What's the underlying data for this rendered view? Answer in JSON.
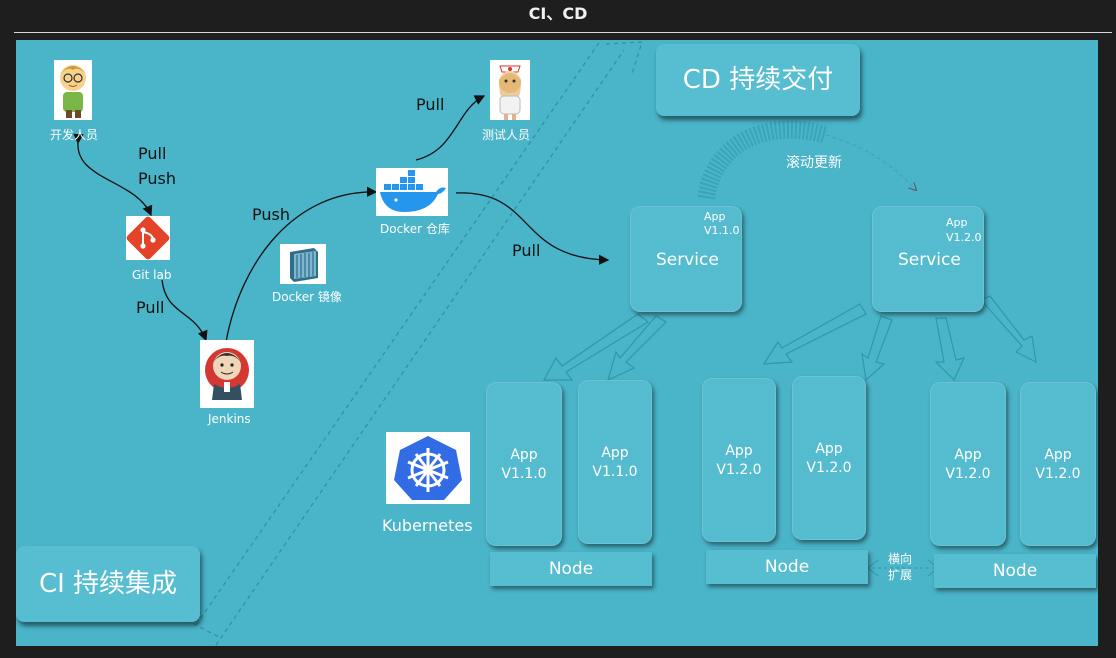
{
  "window": {
    "title": "CI、CD"
  },
  "ci": {
    "title": "CI 持续集成"
  },
  "cd": {
    "title": "CD 持续交付",
    "rolling_update": "滚动更新"
  },
  "actors": {
    "developer": "开发人员",
    "tester": "测试人员",
    "gitlab": "Git lab",
    "jenkins": "Jenkins",
    "docker_image": "Docker 镜像",
    "docker_repo": "Docker 仓库",
    "kubernetes": "Kubernetes"
  },
  "edges": {
    "dev_git_pull": "Pull",
    "dev_git_push": "Push",
    "git_jenkins": "Pull",
    "jenkins_repo": "Push",
    "repo_tester": "Pull",
    "repo_service": "Pull"
  },
  "services": [
    {
      "label": "Service",
      "app": "App",
      "version": "V1.1.0"
    },
    {
      "label": "Service",
      "app": "App",
      "version": "V1.2.0"
    }
  ],
  "pods": [
    {
      "app": "App",
      "version": "V1.1.0"
    },
    {
      "app": "App",
      "version": "V1.1.0"
    },
    {
      "app": "App",
      "version": "V1.2.0"
    },
    {
      "app": "App",
      "version": "V1.2.0"
    },
    {
      "app": "App",
      "version": "V1.2.0"
    },
    {
      "app": "App",
      "version": "V1.2.0"
    }
  ],
  "nodes": [
    "Node",
    "Node",
    "Node"
  ],
  "scale": {
    "line1": "横向",
    "line2": "扩展"
  },
  "colors": {
    "background": "#4ab4c8",
    "box": "#55bccf",
    "gitlab": "#e24329",
    "k8s": "#326ce5",
    "docker": "#2496ed"
  }
}
